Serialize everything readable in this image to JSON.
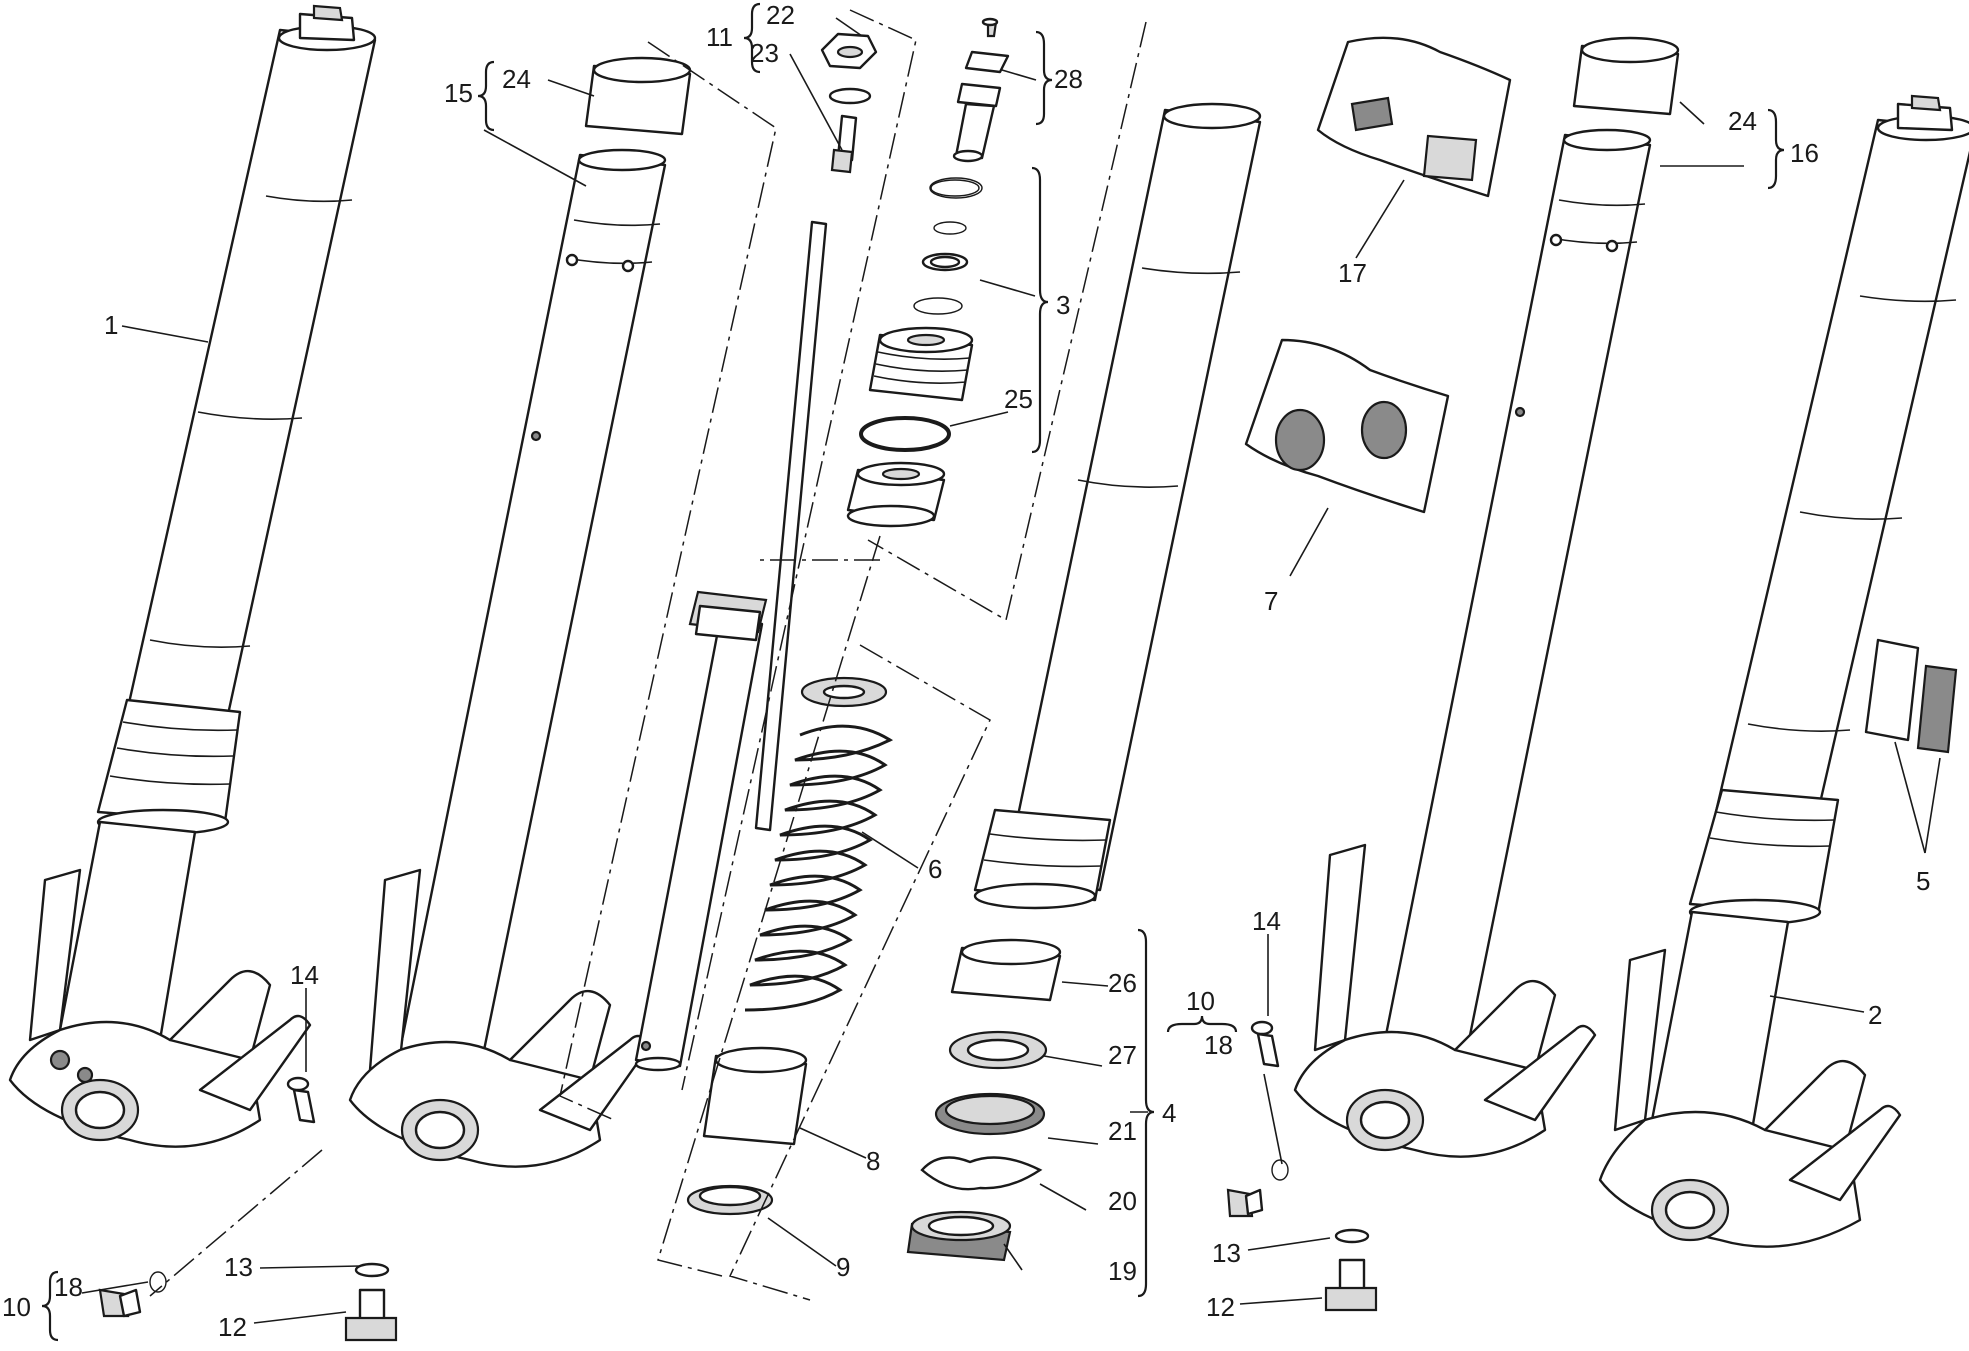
{
  "callouts": [
    {
      "id": "c1",
      "text": "1"
    },
    {
      "id": "c2",
      "text": "2"
    },
    {
      "id": "c3",
      "text": "3"
    },
    {
      "id": "c4",
      "text": "4"
    },
    {
      "id": "c5",
      "text": "5"
    },
    {
      "id": "c6",
      "text": "6"
    },
    {
      "id": "c7",
      "text": "7"
    },
    {
      "id": "c8",
      "text": "8"
    },
    {
      "id": "c9",
      "text": "9"
    },
    {
      "id": "c10a",
      "text": "10"
    },
    {
      "id": "c10b",
      "text": "10"
    },
    {
      "id": "c11",
      "text": "11"
    },
    {
      "id": "c12a",
      "text": "12"
    },
    {
      "id": "c12b",
      "text": "12"
    },
    {
      "id": "c13a",
      "text": "13"
    },
    {
      "id": "c13b",
      "text": "13"
    },
    {
      "id": "c14a",
      "text": "14"
    },
    {
      "id": "c14b",
      "text": "14"
    },
    {
      "id": "c15",
      "text": "15"
    },
    {
      "id": "c16",
      "text": "16"
    },
    {
      "id": "c17",
      "text": "17"
    },
    {
      "id": "c18a",
      "text": "18"
    },
    {
      "id": "c18b",
      "text": "18"
    },
    {
      "id": "c19",
      "text": "19"
    },
    {
      "id": "c20",
      "text": "20"
    },
    {
      "id": "c21",
      "text": "21"
    },
    {
      "id": "c22",
      "text": "22"
    },
    {
      "id": "c23",
      "text": "23"
    },
    {
      "id": "c24a",
      "text": "24"
    },
    {
      "id": "c24b",
      "text": "24"
    },
    {
      "id": "c25",
      "text": "25"
    },
    {
      "id": "c26",
      "text": "26"
    },
    {
      "id": "c27",
      "text": "27"
    },
    {
      "id": "c28",
      "text": "28"
    }
  ]
}
